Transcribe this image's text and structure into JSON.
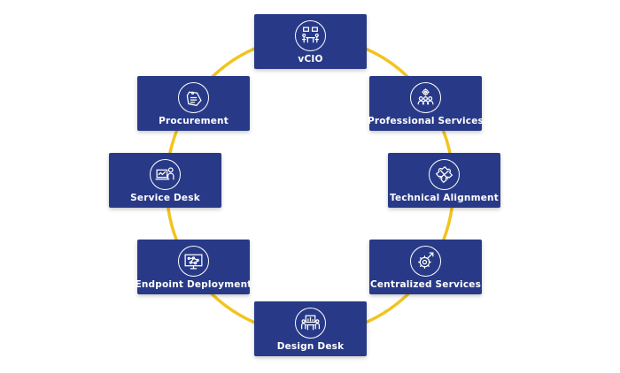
{
  "colors": {
    "card": "#283a87",
    "ring": "#f2c41e",
    "text": "#ffffff"
  },
  "nodes": [
    {
      "id": "vcio",
      "label": "vCIO",
      "icon": "meeting-table-icon"
    },
    {
      "id": "procurement",
      "label": "Procurement",
      "icon": "tag-icon"
    },
    {
      "id": "prof",
      "label": "Professional Services",
      "icon": "team-gear-icon"
    },
    {
      "id": "service",
      "label": "Service Desk",
      "icon": "agent-computer-icon"
    },
    {
      "id": "tech",
      "label": "Technical Alignment",
      "icon": "puzzle-icon"
    },
    {
      "id": "endpoint",
      "label": "Endpoint Deployment",
      "icon": "network-monitor-icon"
    },
    {
      "id": "central",
      "label": "Centralized Services",
      "icon": "gear-growth-icon"
    },
    {
      "id": "design",
      "label": "Design Desk",
      "icon": "presentation-icon"
    }
  ]
}
